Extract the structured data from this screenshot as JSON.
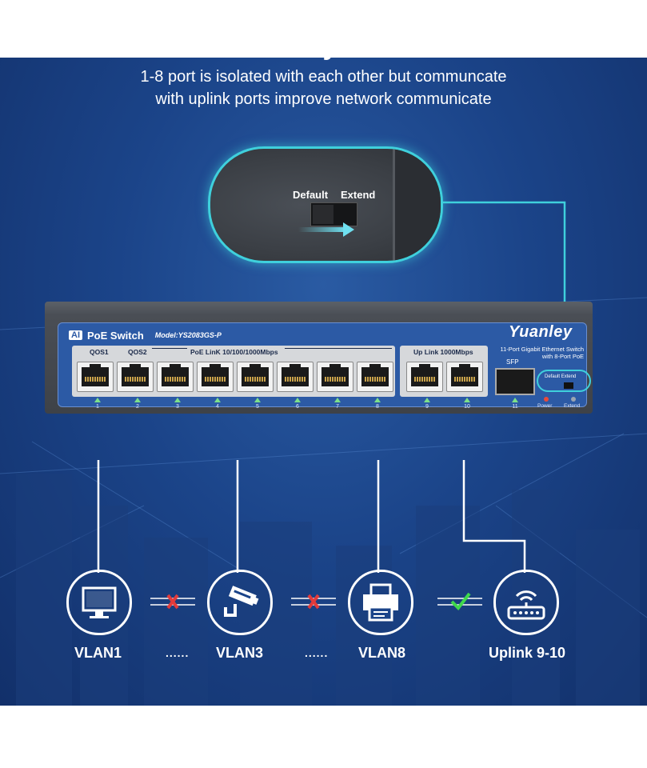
{
  "title": "One Key VLAN",
  "subtitle": [
    "1-8 port is isolated with each other but communcate",
    "with uplink ports improve network communicate"
  ],
  "zoom": {
    "default_label": "Default",
    "extend_label": "Extend"
  },
  "device": {
    "ai_badge": "AI",
    "product": "PoE Switch",
    "model": "Model:YS2083GS-P",
    "brand": "Yuanley",
    "qos1": "QOS1",
    "qos2": "QOS2",
    "poe_link": "PoE LinK  10/100/1000Mbps",
    "uplink": "Up Link  1000Mbps",
    "desc_line1": "11-Port Gigabit Ethernet Switch",
    "desc_line2": "with 8-Port PoE",
    "sfp": "SFP",
    "ring_default": "Default",
    "ring_extend": "Extend",
    "ports": [
      "1",
      "2",
      "3",
      "4",
      "5",
      "6",
      "7",
      "8"
    ],
    "uplink_ports": [
      "9",
      "10"
    ],
    "sfp_port": "11",
    "power": "Power",
    "extend": "Extend"
  },
  "nodes": [
    {
      "label": "VLAN1",
      "icon": "monitor-icon"
    },
    {
      "label": "VLAN3",
      "icon": "camera-icon"
    },
    {
      "label": "VLAN8",
      "icon": "printer-icon"
    },
    {
      "label": "Uplink 9-10",
      "icon": "router-icon"
    }
  ],
  "dots": "......",
  "colors": {
    "accent": "#3fd0dc",
    "blocked": "#e23b3b",
    "allowed": "#3fd94b",
    "panel": "#2c5aa5"
  }
}
